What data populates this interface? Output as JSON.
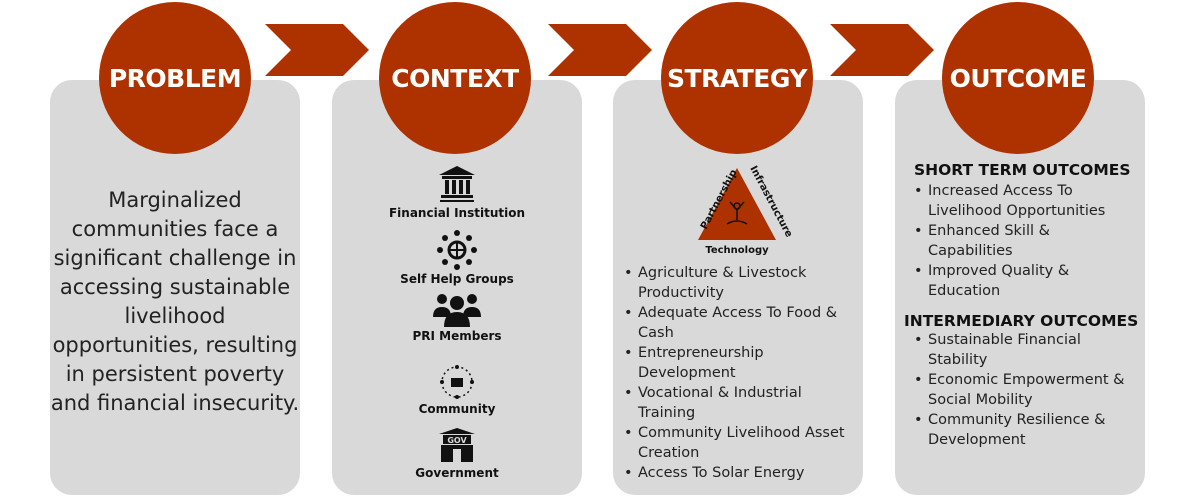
{
  "stages": [
    {
      "label": "PROBLEM"
    },
    {
      "label": "CONTEXT"
    },
    {
      "label": "STRATEGY"
    },
    {
      "label": "OUTCOME"
    }
  ],
  "problem": {
    "text": "Marginalized communities face a significant challenge in accessing sustainable livelihood opportunities, resulting in persistent poverty and financial insecurity."
  },
  "context": {
    "items": [
      {
        "label": "Financial Institution",
        "icon": "bank-icon"
      },
      {
        "label": "Self Help Groups",
        "icon": "network-people-icon"
      },
      {
        "label": "PRI Members",
        "icon": "group-icon"
      },
      {
        "label": "Community",
        "icon": "community-icon"
      },
      {
        "label": "Government",
        "icon": "government-building-icon"
      }
    ]
  },
  "strategy": {
    "triangle": {
      "left": "Partnership",
      "right": "Infrastructure",
      "bottom": "Technology"
    },
    "items": [
      "Agriculture & Livestock Productivity",
      "Adequate Access To Food & Cash",
      "Entrepreneurship Development",
      "Vocational & Industrial Training",
      "Community Livelihood Asset Creation",
      "Access To Solar Energy"
    ]
  },
  "outcome": {
    "short_title": "SHORT TERM OUTCOMES",
    "short_items": [
      "Increased Access To Livelihood Opportunities",
      "Enhanced Skill & Capabilities",
      "Improved Quality & Education"
    ],
    "inter_title": "INTERMEDIARY OUTCOMES",
    "inter_items": [
      "Sustainable Financial Stability",
      "Economic Empowerment & Social Mobility",
      "Community Resilience & Development"
    ]
  },
  "colors": {
    "accent": "#ae3100",
    "panel": "#d9d9d9"
  }
}
